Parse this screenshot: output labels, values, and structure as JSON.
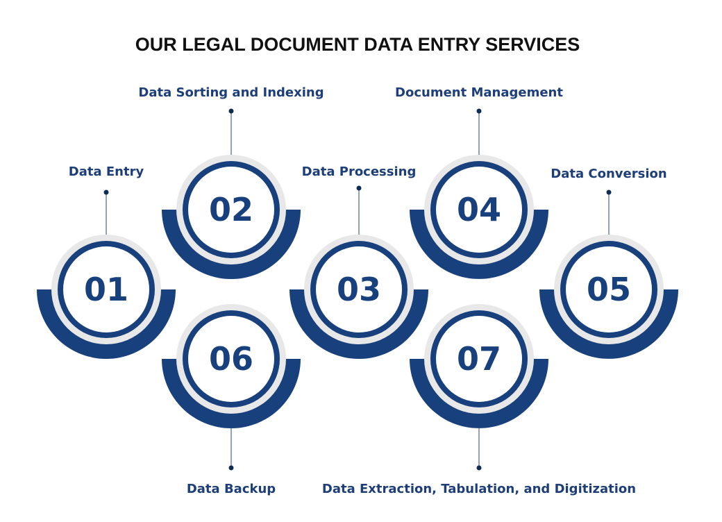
{
  "title": "OUR LEGAL DOCUMENT DATA ENTRY SERVICES",
  "colors": {
    "primary": "#17407d",
    "ring": "#e8e8e8",
    "connector": "#0d2d55"
  },
  "services": [
    {
      "number": "01",
      "label": "Data Entry",
      "label_position": "top"
    },
    {
      "number": "02",
      "label": "Data Sorting and Indexing",
      "label_position": "top"
    },
    {
      "number": "03",
      "label": "Data Processing",
      "label_position": "top"
    },
    {
      "number": "04",
      "label": "Document Management",
      "label_position": "top"
    },
    {
      "number": "05",
      "label": "Data Conversion",
      "label_position": "top"
    },
    {
      "number": "06",
      "label": "Data Backup",
      "label_position": "bottom"
    },
    {
      "number": "07",
      "label": "Data Extraction, Tabulation, and Digitization",
      "label_position": "bottom"
    }
  ]
}
